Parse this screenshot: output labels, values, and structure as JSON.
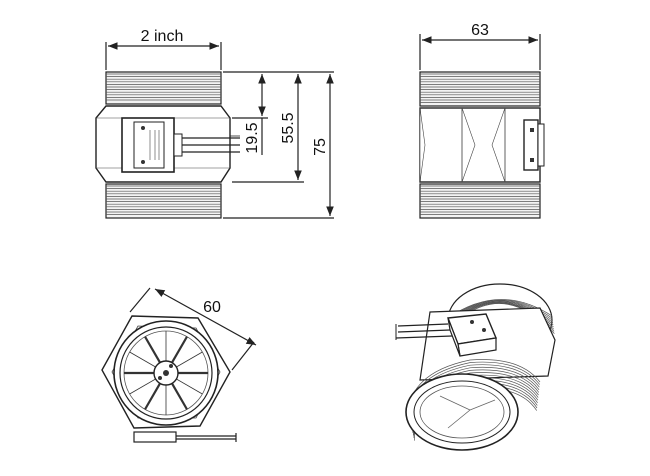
{
  "dimensions": {
    "thread_size": "2 inch",
    "width_side": "63",
    "height_small": "19.5",
    "height_mid": "55.5",
    "height_total": "75",
    "hex_across": "60"
  },
  "colors": {
    "line": "#222222",
    "background": "#ffffff",
    "thread": "#555555"
  }
}
